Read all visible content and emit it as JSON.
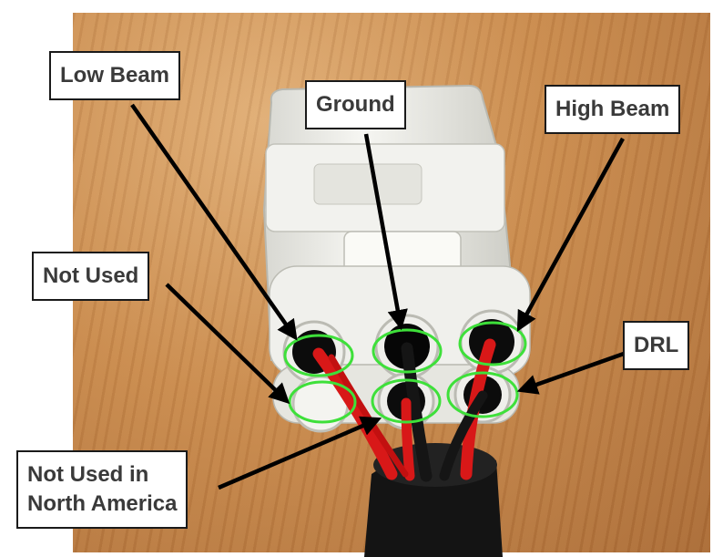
{
  "labels": {
    "low_beam": "Low Beam",
    "ground": "Ground",
    "high_beam": "High Beam",
    "not_used": "Not Used",
    "drl": "DRL",
    "not_used_na_line1": "Not Used in",
    "not_used_na_line2": "North America"
  },
  "colors": {
    "circle": "#3ee03a",
    "arrow": "#000000",
    "wire_red": "#d81818",
    "wire_black": "#151515",
    "connector": "#eeeeea"
  }
}
